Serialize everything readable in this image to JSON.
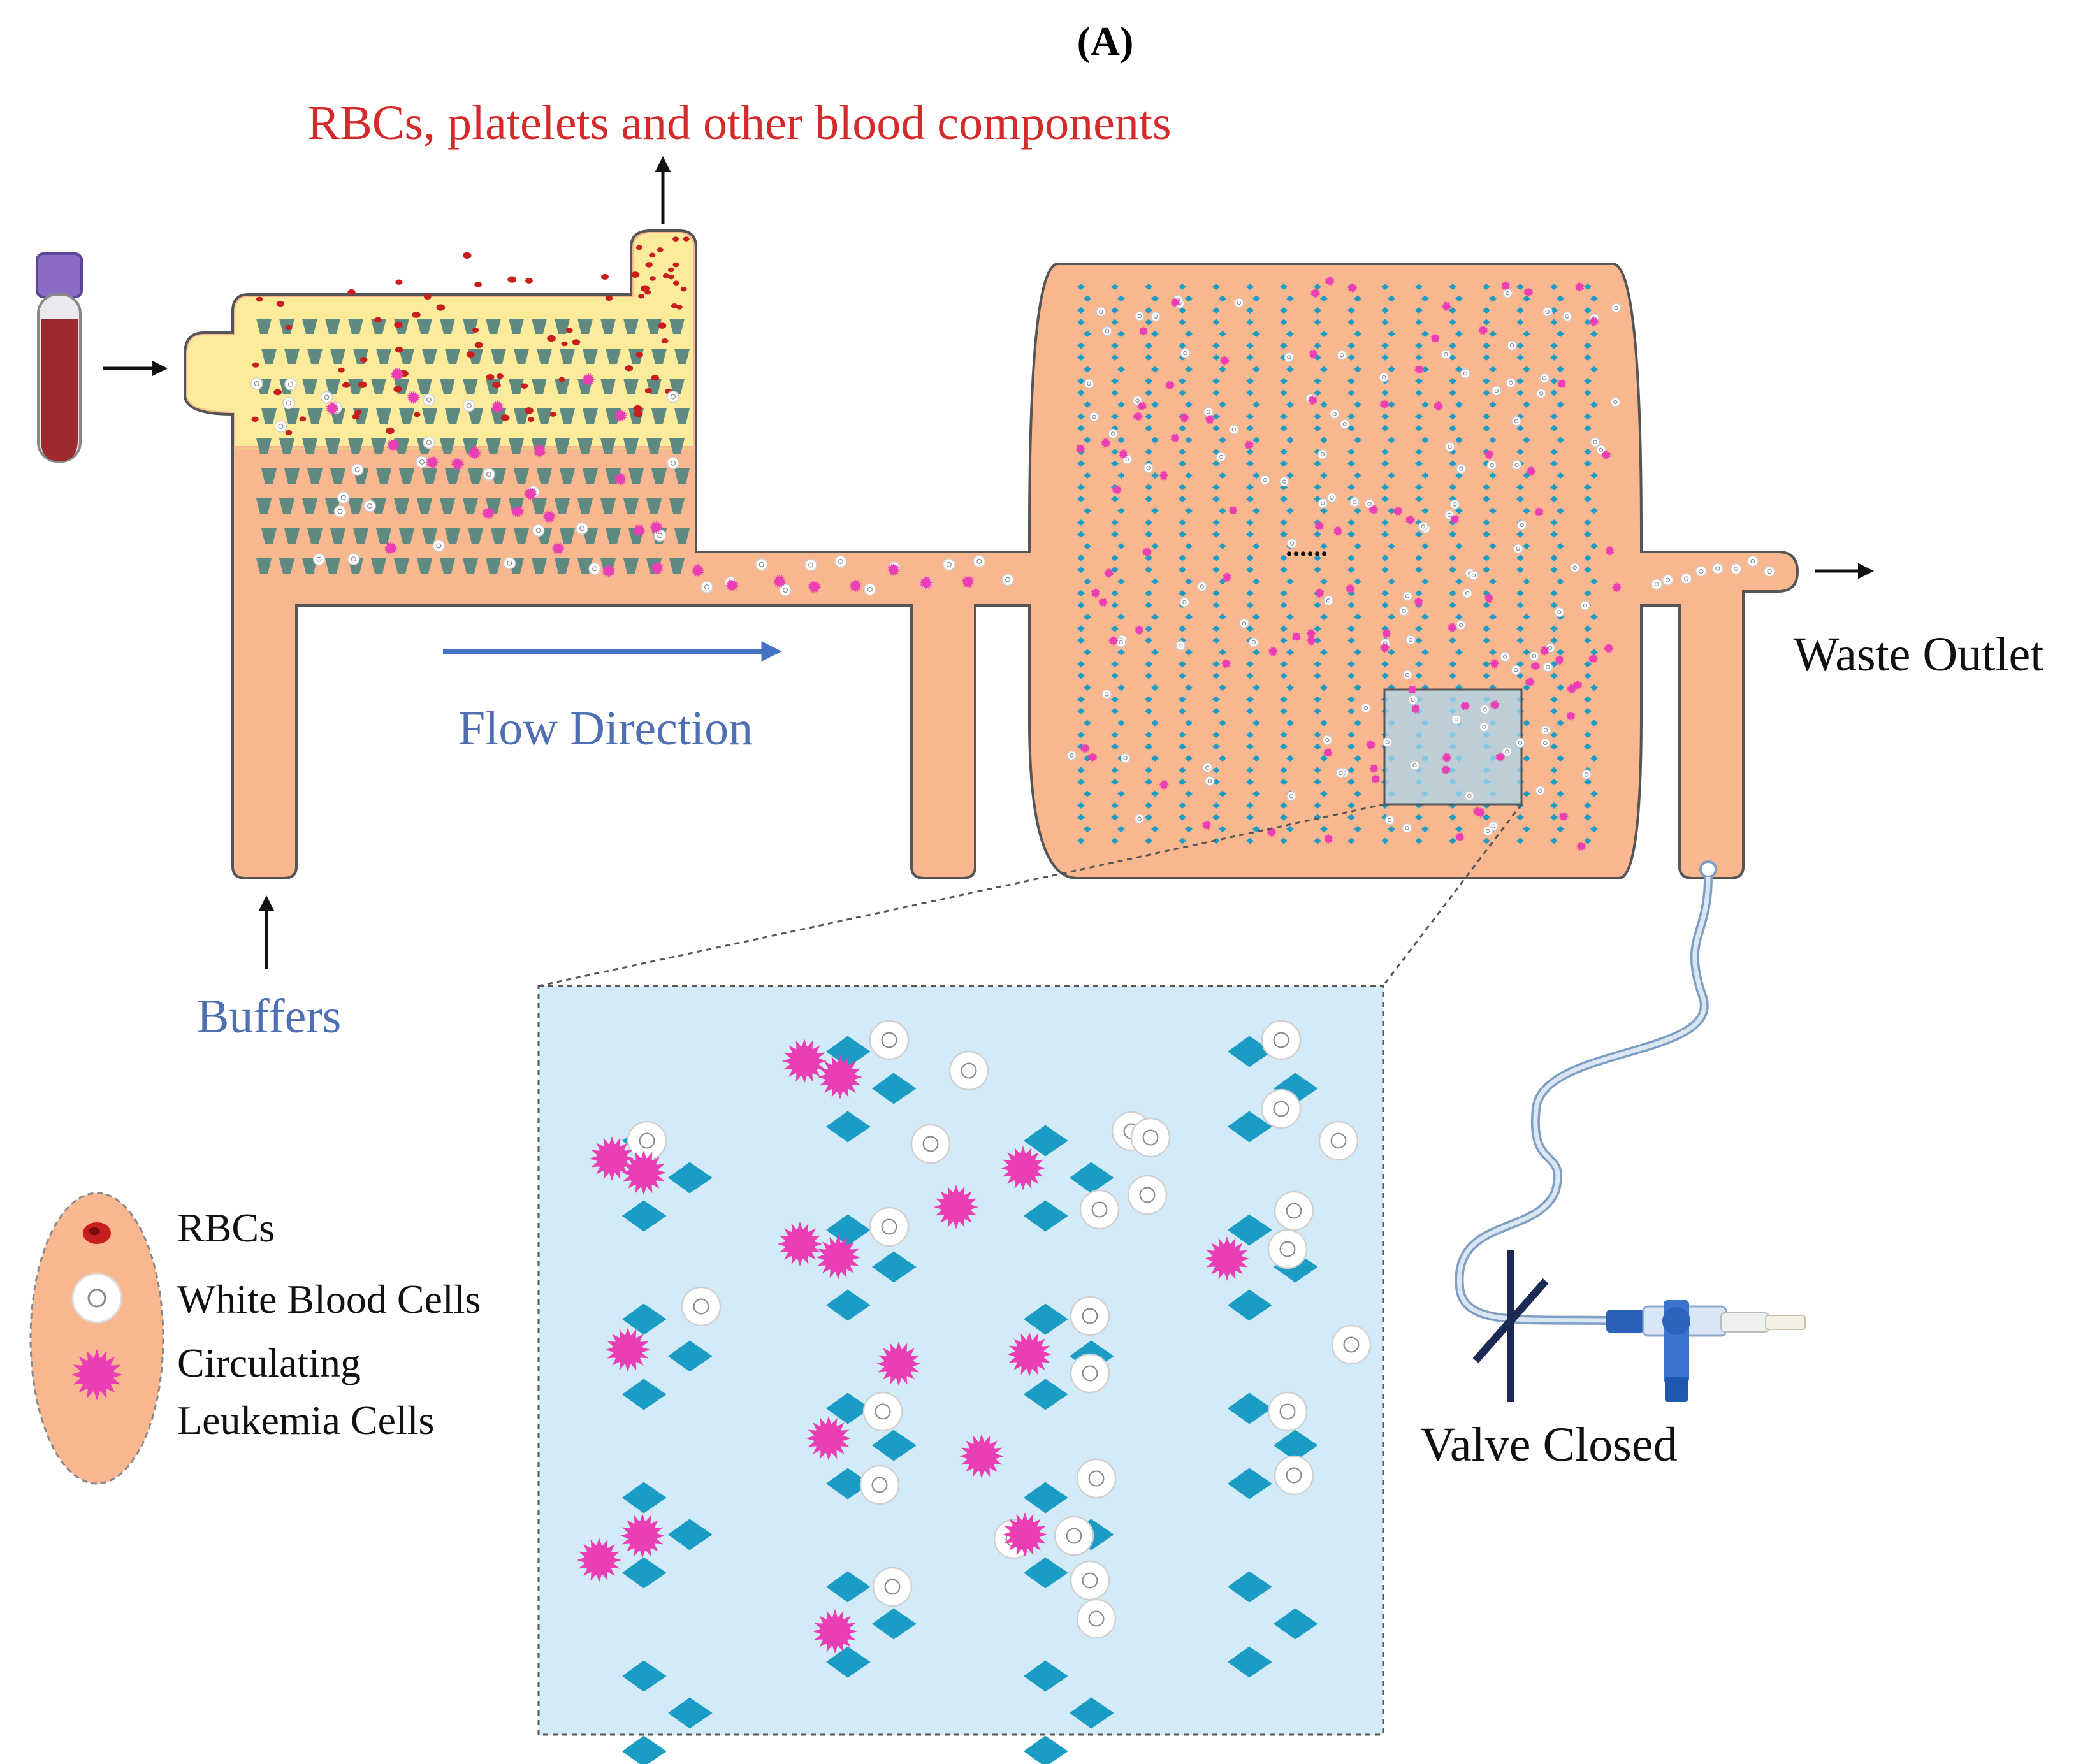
{
  "panel_label": "(A)",
  "labels": {
    "top_output": "RBCs, platelets and other blood components",
    "flow_direction": "Flow Direction",
    "buffers": "Buffers",
    "waste_outlet": "Waste Outlet",
    "valve": "Valve Closed"
  },
  "legend": {
    "rbc": "RBCs",
    "wbc": "White Blood Cells",
    "clc_line1": "Circulating",
    "clc_line2": "Leukemia Cells"
  },
  "ellipsis": "......",
  "colors": {
    "channel_fill": "#f8b78f",
    "separation_zone": "#fbeb9b",
    "pillar": "#5e8a82",
    "capture_post": "#1a9cc4",
    "zoom_fill": "#d3ebf8",
    "leukemia_cell": "#ea3fb4",
    "rbc": "#c81e1e",
    "top_label": "#d42a2a",
    "blue_label": "#4f6fb3",
    "flow_arrow": "#4472c4",
    "valve_bar": "#1b2a55",
    "tube": "#7f9ec4",
    "blood_tube_cap": "#8a6bc6",
    "blood": "#9c2a2f"
  }
}
